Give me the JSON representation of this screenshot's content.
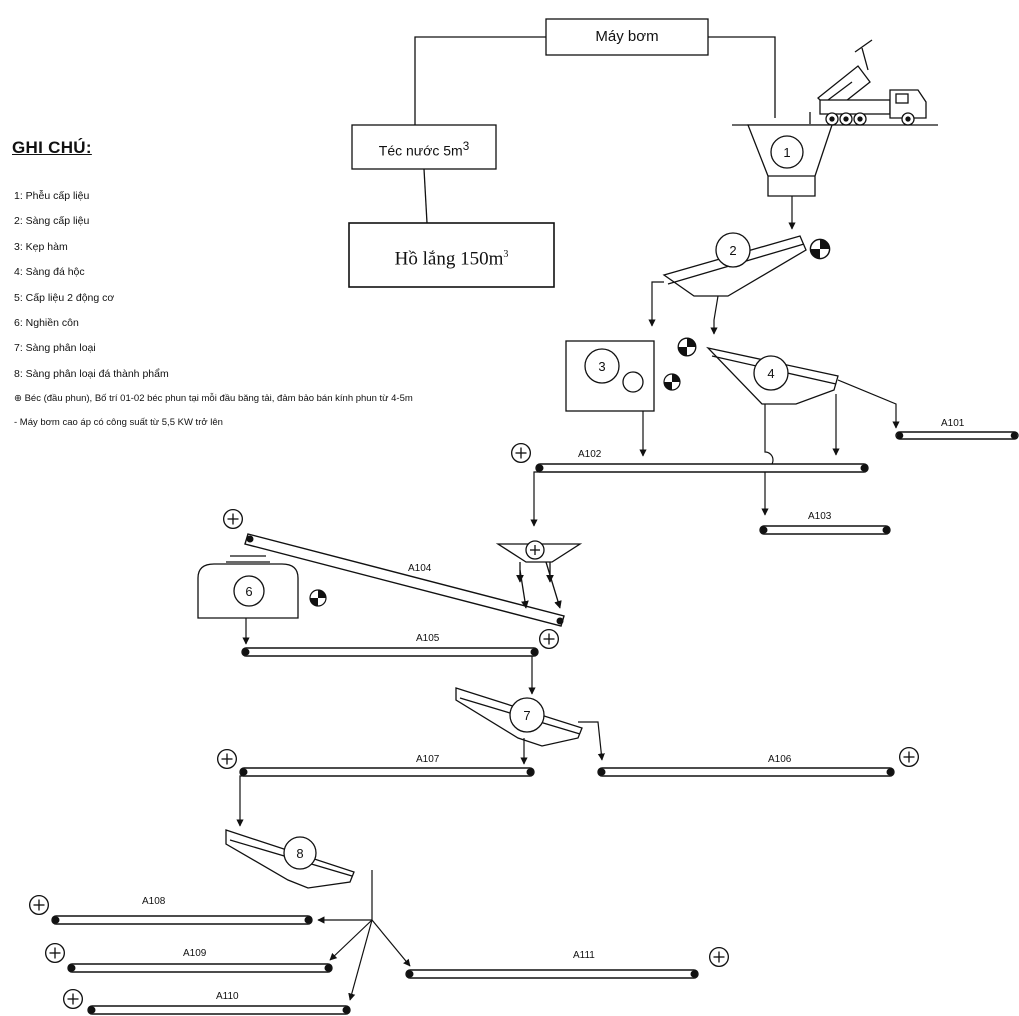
{
  "pump": {
    "label": "Máy bơm"
  },
  "water_tank": {
    "label": "Téc nước  5m",
    "sup": "3"
  },
  "settling_pond": {
    "label": "Hồ lắng 150m",
    "sup": "3"
  },
  "legend": {
    "title": "GHI CHÚ:",
    "items": [
      "1: Phễu cấp liệu",
      "2: Sàng cấp liệu",
      "3: Kẹp hàm",
      "4: Sàng đá hộc",
      "5: Cấp liệu 2 động cơ",
      "6: Nghiền côn",
      "7: Sàng phân loại",
      "8: Sàng phân loại đá thành phẩm"
    ],
    "nozzle_note": "⊕ Béc (đầu phun), Bố trí 01-02 béc phun tại mỗi đầu băng tải, đảm bảo bán kính phun từ 4-5m",
    "pump_note": "- Máy bơm cao áp có công suất từ 5,5 KW trở lên"
  },
  "equipment_numbers": [
    "1",
    "2",
    "3",
    "4",
    "6",
    "7",
    "8"
  ],
  "conveyors": [
    "A101",
    "A102",
    "A103",
    "A104",
    "A105",
    "A106",
    "A107",
    "A108",
    "A109",
    "A110",
    "A111"
  ]
}
